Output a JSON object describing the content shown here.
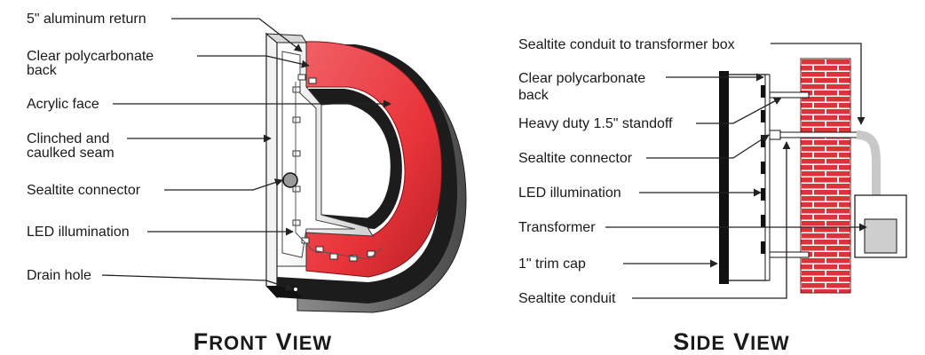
{
  "front": {
    "title": {
      "first_cap": "F",
      "first_rest": "RONT",
      "second_cap": "V",
      "second_rest": "IEW"
    },
    "labels": {
      "return": "5\" aluminum return",
      "back_l1": "Clear polycarbonate",
      "back_l2": "back",
      "face": "Acrylic face",
      "seam_l1": "Clinched and",
      "seam_l2": "caulked seam",
      "connector": "Sealtite connector",
      "led": "LED illumination",
      "drain": "Drain hole"
    }
  },
  "side": {
    "title": {
      "first_cap": "S",
      "first_rest": "IDE",
      "second_cap": "V",
      "second_rest": "IEW"
    },
    "labels": {
      "conduit_top": "Sealtite conduit to transformer box",
      "back_l1": "Clear polycarbonate",
      "back_l2": "back",
      "standoff": "Heavy duty 1.5\" standoff",
      "connector": "Sealtite connector",
      "led": "LED illumination",
      "transformer": "Transformer",
      "trim": "1\" trim cap",
      "conduit": "Sealtite conduit"
    }
  },
  "colors": {
    "face_red": "#e8343a",
    "brick": "#d9343a",
    "return_dark": "#1c1c1c",
    "side_grey": "#6e6e6e",
    "conduit_grey": "#c8c8c8"
  }
}
